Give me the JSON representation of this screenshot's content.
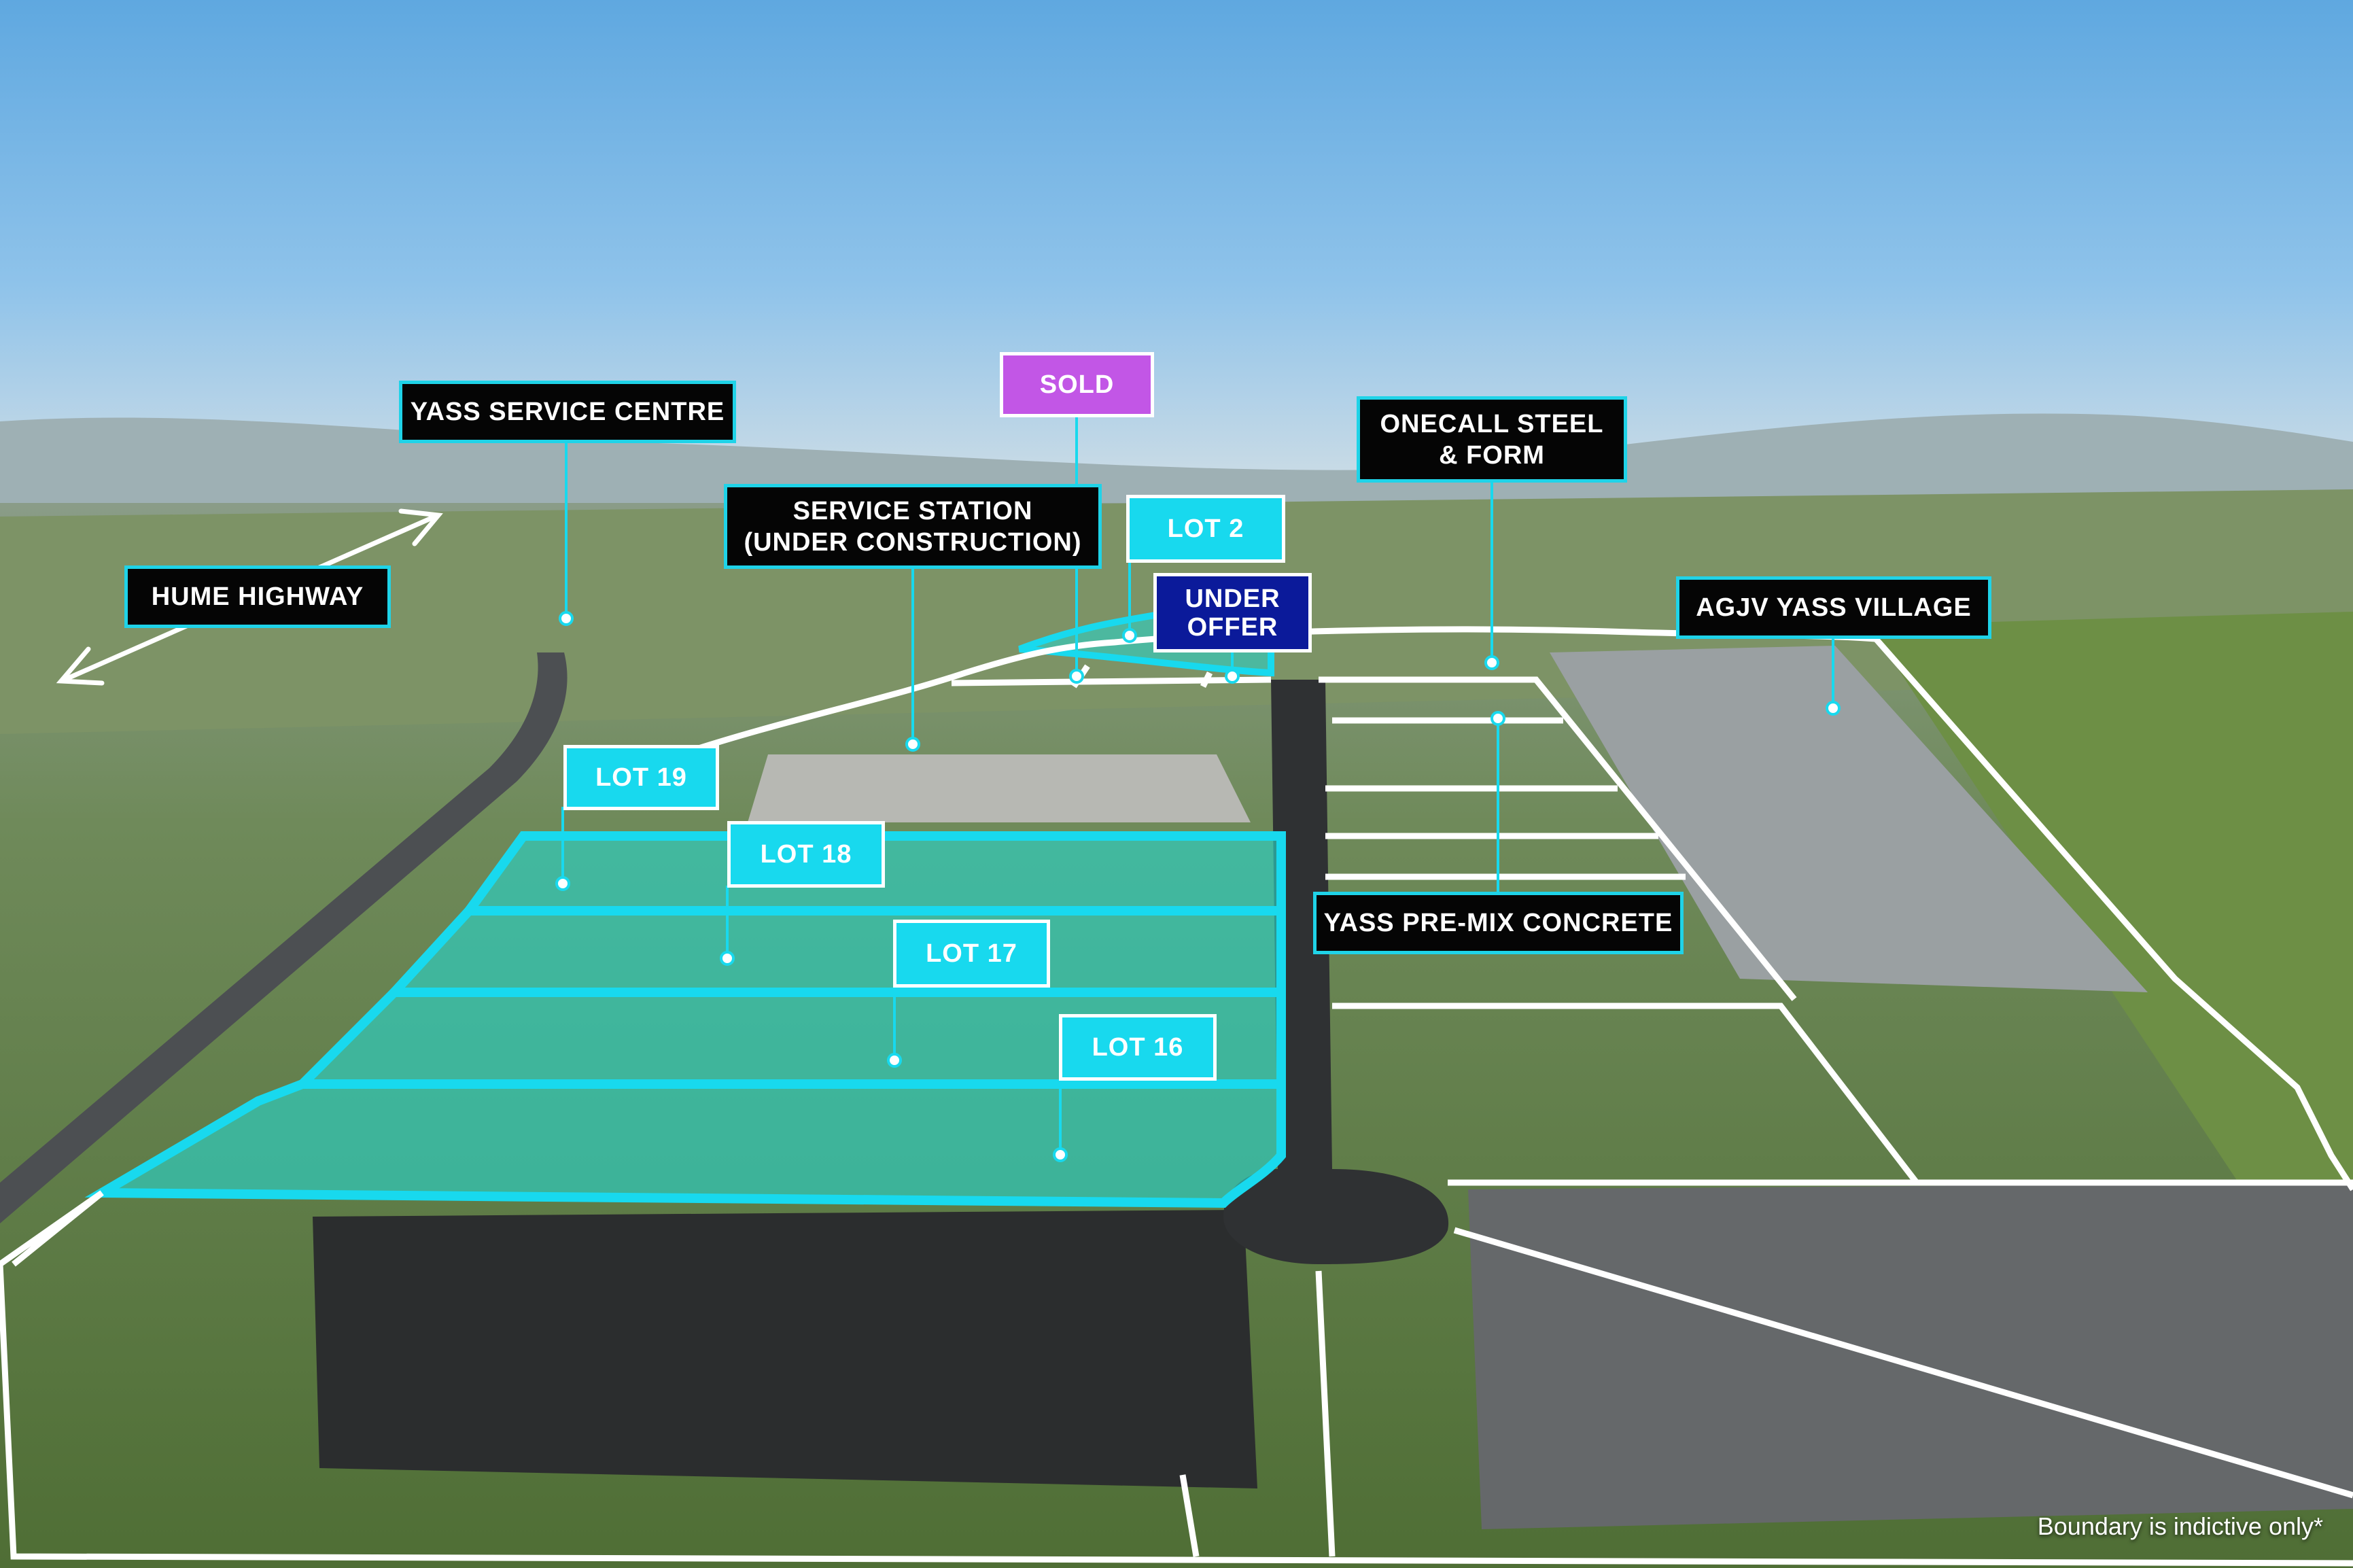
{
  "labels": {
    "yass_service_centre": "YASS SERVICE CENTRE",
    "hume_highway": "HUME HIGHWAY",
    "sold": "SOLD",
    "service_station_line1": "SERVICE STATION",
    "service_station_line2": "(UNDER CONSTRUCTION)",
    "lot_2": "LOT 2",
    "under_offer_line1": "UNDER",
    "under_offer_line2": "OFFER",
    "onecall_line1": "ONECALL STEEL",
    "onecall_line2": "& FORM",
    "agjv": "AGJV YASS VILLAGE",
    "yass_premix": "YASS PRE-MIX CONCRETE",
    "lot_19": "LOT 19",
    "lot_18": "LOT 18",
    "lot_17": "LOT 17",
    "lot_16": "LOT 16"
  },
  "footnote": "Boundary is indictive only*",
  "colors": {
    "sky": "#78b4e2",
    "lot_fill": "#2bd1c4",
    "lot_outline": "#18d9ee",
    "boundary": "#ffffff",
    "sold_tag": "#c256e6",
    "under_offer_tag": "#0b1a9a",
    "dark_tag": "#050505"
  }
}
